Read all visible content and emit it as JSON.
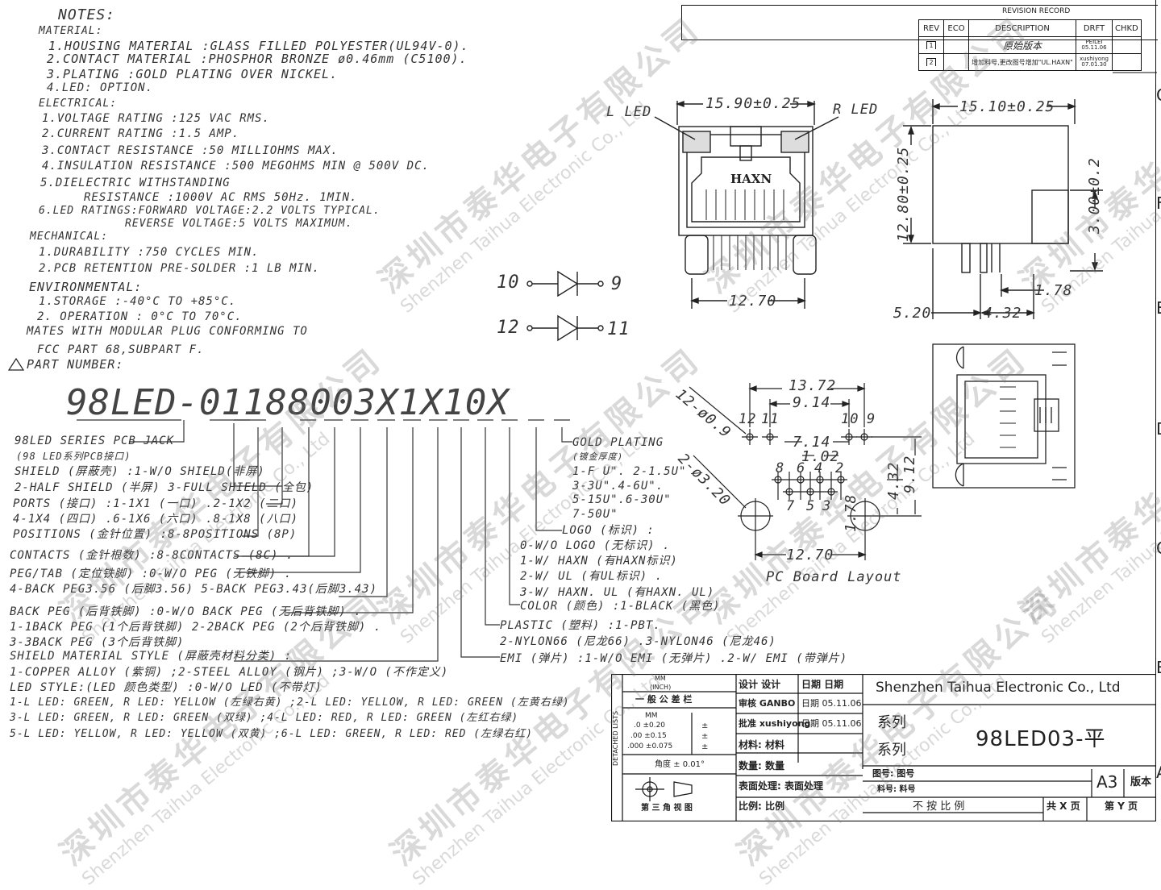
{
  "notes": {
    "heading": "NOTES:",
    "material_heading": "MATERIAL:",
    "material": [
      "1.HOUSING  MATERIAL :GLASS  FILLED  POLYESTER(UL94V-0).",
      "2.CONTACT  MATERIAL  :PHOSPHOR  BRONZE  ø0.46mm  (C5100).",
      "3.PLATING :GOLD  PLATING  OVER  NICKEL.",
      "4.LED: OPTION."
    ],
    "electrical_heading": "ELECTRICAL:",
    "electrical": [
      "1.VOLTAGE  RATING  :125  VAC  RMS.",
      "2.CURRENT  RATING  :1.5  AMP.",
      "3.CONTACT  RESISTANCE  :50  MILLIOHMS  MAX.",
      "4.INSULATION  RESISTANCE  :500  MEGOHMS  MIN  @  500V  DC.",
      "5.DIELECTRIC  WITHSTANDING",
      "RESISTANCE  :1000V  AC  RMS  50Hz.  1MIN.",
      "6.LED  RATINGS:FORWARD  VOLTAGE:2.2  VOLTS  TYPICAL.",
      "REVERSE    VOLTAGE:5  VOLTS  MAXIMUM."
    ],
    "mechanical_heading": "MECHANICAL:",
    "mechanical": [
      "1.DURABILITY  :750  CYCLES  MIN.",
      "2.PCB  RETENTION  PRE-SOLDER :1  LB  MIN."
    ],
    "environmental_heading": "ENVIRONMENTAL:",
    "environmental": [
      "1.STORAGE       :-40°C  TO  +85°C.",
      "2.  OPERATION  :  0°C  TO  70°C."
    ],
    "mates_1": "MATES  WITH  MODULAR  PLUG  CONFORMING  TO",
    "mates_2": "FCC  PART  68,SUBPART  F.",
    "part_number_heading": "PART  NUMBER:"
  },
  "part_number": "98LED-01188003X1X10X",
  "legend": [
    "98LED  SERIES  PCB  JACK",
    "(98  LED系列PCB接口)",
    "SHIELD (屏蔽壳) :1-W/O  SHIELD(非屏)",
    "2-HALF  SHIELD (半屏) 3-FULL  SHIELD (全包)",
    "PORTS (接口) :1-1X1 (一口) .2-1X2 (二口)",
    "4-1X4 (四口) .6-1X6 (六口) .8-1X8 (八口)",
    "POSITIONS (金针位置) :8-8POSITIONS (8P)",
    "CONTACTS (金针根数) :8-8CONTACTS (8C) .",
    "PEG/TAB (定位铁脚) :0-W/O  PEG (无铁脚) .",
    "4-BACK  PEG3.56 (后脚3.56) 5-BACK  PEG3.43(后脚3.43)",
    "BACK  PEG (后背铁脚) :0-W/O  BACK  PEG (无后背铁脚) .",
    "1-1BACK  PEG (1个后背铁脚) 2-2BACK  PEG  (2个后背铁脚) .",
    "3-3BACK  PEG (3个后背铁脚)",
    "SHIELD  MATERIAL  STYLE (屏蔽壳材料分类) :",
    "1-COPPER  ALLOY (紫铜) ;2-STEEL  ALLOY (钢片) ;3-W/O (不作定义)",
    "LED  STYLE:(LED  颜色类型) :0-W/O  LED (不带灯)",
    "1-L  LED: GREEN, R  LED: YELLOW (左绿右黄) ;2-L  LED: YELLOW,  R  LED: GREEN (左黄右绿)",
    "3-L  LED: GREEN, R  LED: GREEN (双绿) ;4-L  LED: RED, R  LED: GREEN (左红右绿)",
    "5-L  LED: YELLOW, R  LED: YELLOW (双黄) ;6-L  LED: GREEN, R  LED: RED (左绿右红)"
  ],
  "right_legend": {
    "gold": "GOLD  PLATING",
    "gold_cn": "(镀金厚度)",
    "gold_opts": [
      "1-F  U\".  2-1.5U\"",
      "3-3U\".4-6U\".",
      "5-15U\".6-30U\"",
      "7-50U\""
    ],
    "logo": "LOGO (标识) :",
    "logo_opts": [
      "0-W/O  LOGO (无标识) .",
      "1-W/  HAXN (有HAXN标识)",
      "2-W/  UL (有UL标识) .",
      "3-W/  HAXN. UL (有HAXN. UL)"
    ],
    "color": "COLOR (颜色) :1-BLACK (黑色)",
    "plastic": "PLASTIC (塑料) :1-PBT.",
    "plastic_2": "2-NYLON66 (尼龙66) .3-NYLON46 (尼龙46)",
    "emi": "EMI (弹片) :1-W/O  EMI (无弹片) .2-W/  EMI (带弹片)"
  },
  "revision": {
    "title": "REVISION  RECORD",
    "headers": [
      "REV",
      "ECO",
      "DESCRIPTION",
      "DRFT",
      "CHKD"
    ],
    "rows": [
      {
        "rev": "1",
        "eco": "",
        "desc": "原始版本",
        "drft": "PEILEI 05.11.06",
        "chkd": ""
      },
      {
        "rev": "2",
        "eco": "",
        "desc": "增加料号,更改图号增加\"UL.HAXN\"",
        "drft": "xushiyong 07.01.30",
        "chkd": ""
      }
    ]
  },
  "front": {
    "l_led": "L  LED",
    "r_led": "R  LED",
    "width": "15.90±0.25",
    "brand": "HAXN",
    "pitch": "12.70"
  },
  "side": {
    "depth": "15.10±0.25",
    "height": "12.80±0.25",
    "step": "3.00±0.2",
    "d1": "1.78",
    "d2": "5.20",
    "d3": "4.32"
  },
  "diodes": [
    {
      "a": "10",
      "b": "9"
    },
    {
      "a": "12",
      "b": "11"
    }
  ],
  "pcb": {
    "w1": "13.72",
    "w2": "9.14",
    "w3": "7.14",
    "w4": "1.02",
    "w5": "12.70",
    "h1": "9.12",
    "h2": "4.32",
    "h3": "1.78",
    "holes_small": "12-ø0.9",
    "holes_big": "2-ø3.20",
    "pins_top": [
      "12",
      "11",
      "10",
      "9"
    ],
    "pins_row1": [
      "8",
      "6",
      "4",
      "2"
    ],
    "pins_row2": [
      "7",
      "5",
      "3"
    ],
    "caption": "PC  Board  Layout"
  },
  "title_block": {
    "mm": "MM",
    "inch": "(INCH)",
    "tol_heading": "一  般  公  差  栏",
    "detached": "DETACHED LISTS",
    "tol_rows": [
      ".0  ±0.20",
      ".00  ±0.15",
      ".000  ±0.075"
    ],
    "angle": "角度   ±  0.01°",
    "projection": "第  三  角  视  图",
    "design": "设计  设计",
    "review": "审核  GANBO",
    "approve": "批准  xushiyong",
    "material": "材料:   材料",
    "qty": "数量:   数量",
    "surface": "表面处理:  表面处理",
    "scale": "比例:   比例",
    "date_h": "日期  日期",
    "date1": "日期  05.11.06",
    "date2": "日期  05.11.06",
    "series1": "系列",
    "series2": "系列",
    "drawing_no": "图号:  图号",
    "part_no": "料号:   料号",
    "not_to_scale": "不  按  比  例",
    "company": "Shenzhen Taihua Electronic Co., Ltd",
    "model": "98LED03-平",
    "size": "A3",
    "version": "版本",
    "pages": "共  X  页",
    "page": "第  Y  页"
  },
  "edge_letters": [
    "C",
    "F",
    "E",
    "D",
    "C",
    "B",
    "A"
  ],
  "watermark": {
    "cn": "深圳市泰华电子有限公司",
    "en": "Shenzhen Taihua Electronic Co., Ltd"
  }
}
